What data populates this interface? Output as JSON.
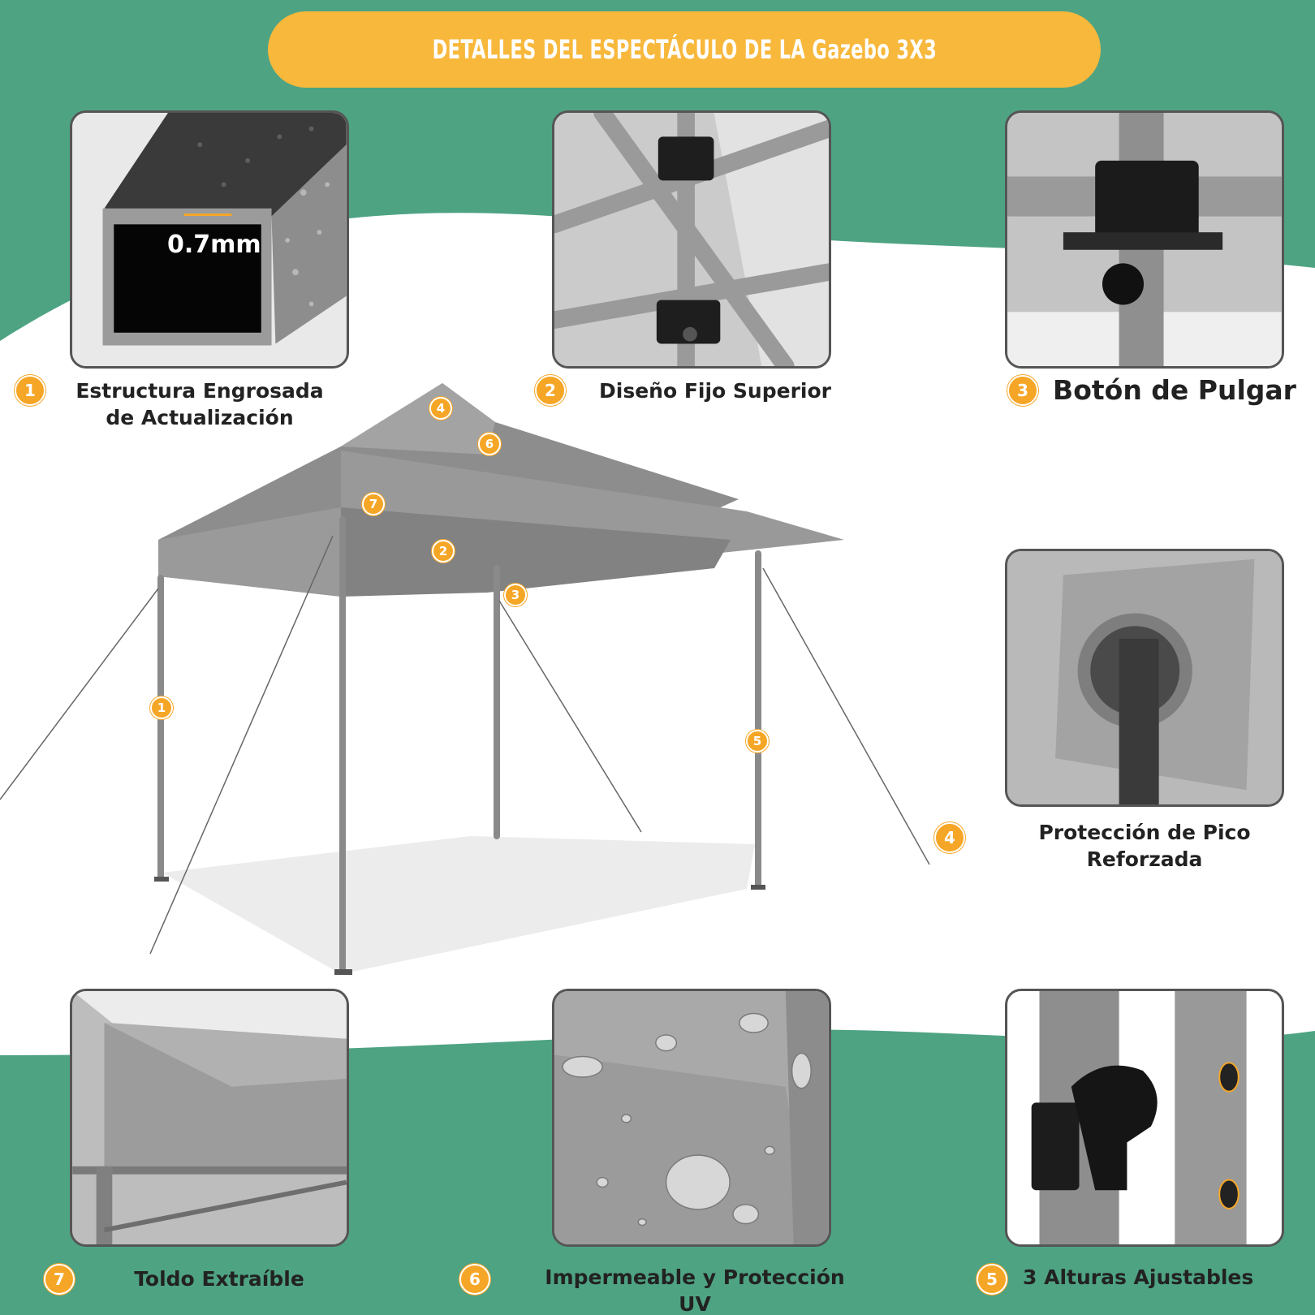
{
  "banner": {
    "title": "DETALLES DEL ESPECTÁCULO DE LA Gazebo 3X3"
  },
  "colors": {
    "green": "#4ea383",
    "orange": "#f8b83c",
    "badge": "#f6a626",
    "white": "#ffffff"
  },
  "measure": {
    "thickness": "0.7mm"
  },
  "features": [
    {
      "num": "1",
      "label_line1": "Estructura Engrosada",
      "label_line2": "de Actualización"
    },
    {
      "num": "2",
      "label": "Diseño Fijo Superior"
    },
    {
      "num": "3",
      "label": "Botón de Pulgar"
    },
    {
      "num": "4",
      "label_line1": "Protección de Pico",
      "label_line2": "Reforzada"
    },
    {
      "num": "5",
      "label": "3 Alturas Ajustables"
    },
    {
      "num": "6",
      "label": "Impermeable y Protección UV"
    },
    {
      "num": "7",
      "label": "Toldo Extraíble"
    }
  ],
  "callouts": [
    "4",
    "6",
    "7",
    "2",
    "3",
    "1",
    "5",
    "4"
  ]
}
